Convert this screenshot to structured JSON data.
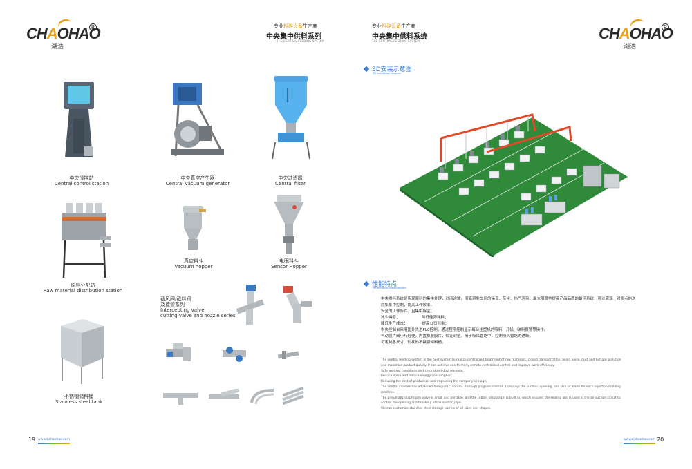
{
  "brand": {
    "name_pre": "CH",
    "name_a": "A",
    "name_post": "OHAO",
    "cn": "潮浩",
    "reg": "R"
  },
  "left_header": {
    "tagline_pre": "专业",
    "tagline_hl": "粉碎设备",
    "tagline_post": "生产商",
    "title": "中央集中供料系列",
    "subtitle": "THE CENTRAL FEEDING SYSTEM"
  },
  "right_header": {
    "tagline_pre": "专业",
    "tagline_hl": "粉碎设备",
    "tagline_post": "生产商",
    "title": "中央集中供料系统",
    "subtitle": "THE CENTRAL FEEDING SYSTEM"
  },
  "products": [
    {
      "cn": "中央操控站",
      "en": "Central control station"
    },
    {
      "cn": "中央真空产生器",
      "en": "Central vacuum generator"
    },
    {
      "cn": "中央过滤器",
      "en": "Central filter"
    },
    {
      "cn": "原料分配站",
      "en": "Raw material distribution station"
    },
    {
      "cn": "真空料斗",
      "en": "Vacuum hopper"
    },
    {
      "cn": "电眼料斗",
      "en": "Sensor Hopper"
    },
    {
      "cn": "截风阀/截料阀",
      "cn2": "及接管系列",
      "en": "Intercepting valve",
      "en2": "cutting valve and nozzle series"
    },
    {
      "cn": "不锈钢储料桶",
      "en": "Stainless steel tank"
    }
  ],
  "section_3d": {
    "title": "3D安装示意图",
    "sub": "3D installation diagram"
  },
  "section_perf": {
    "title": "性能特点",
    "sub": "Performance characteristics"
  },
  "cn_lines": [
    "中央供料系统是实现原料的集中处理，封闭运输，彻底避免车间的噪音、灰尘、热气污染，最大限度地提高产品品质的最佳系统，可以实现一对多点的送",
    "原集集中控制，提高工作效率。",
    "安全的工作条件，且集中除尘；",
    "减少噪音；                  降低能源耗料；",
    "降低生产成本；            提高公司形象；",
    "中央控制台采用国外先进PLC控制，通过程序控制显示每台注塑机的吸料、开机、缺料报警等操作。",
    "气动膜片阀小巧轻便，内置橡胶膜片，保证封密，用于吸风管路中，控制吸风管路的通断。",
    "可定制各尺寸、形状的不锈钢储料桶。"
  ],
  "en_lines": [
    "The central feeding system is  the best system to realize centralized treatment of raw materials, closed transportation, avoid noise, dust and hot gas pollution",
    "and maximize product quality. It can achieve one to many remote centralized control and improve work efficiency.",
    "Safe working conditions and centralized dust removal;",
    "Reduce noise and reduce energy consumption;",
    "Reducing the cost of production and improving the company's image;",
    "The central console has advanced foreign PLC control. Through program control, it displays the suction, opening, and lack of alarm for each injection molding",
    "machine.",
    "The pneumatic diaphragm valve is small and portable, and the rubber diaphragm is built in, which ensures the sealing and is used in the air suction circuit to",
    "control the opening and breaking of the suction pipe.",
    "We can customize stainless steel storage barrels of all sizes and shapes."
  ],
  "footer": {
    "left_page": "19",
    "right_page": "20",
    "url": "www.zjchaohao.com"
  },
  "colors": {
    "accent": "#e8a317",
    "blue": "#3a7bd5",
    "green": "#7bbf3a"
  }
}
